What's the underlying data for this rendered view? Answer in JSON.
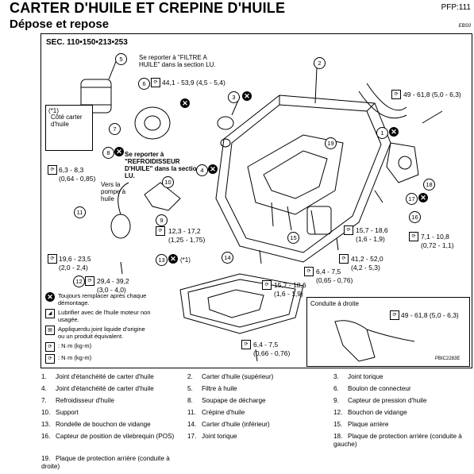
{
  "header": {
    "title": "CARTER D'HUILE ET CREPINE D'HUILE",
    "subtitle": "Dépose et repose",
    "page_ref": "PFP:111",
    "code": "EBS0"
  },
  "diagram": {
    "section": "SEC. 110•150•213•253",
    "notes": {
      "filtre": "Se reporter à \"FILTRE A HUILE\" dans la section LU.",
      "refroid": "Se reporter à \"REFROIDISSEUR D'HUILE\" dans la section LU.",
      "vers_pompe": "Vers la pompe à huile",
      "cote_carter": "Côté carter d'huile",
      "star1": "(*1)",
      "conduite": "Conduite à droite",
      "pbc": "PBIC2283E"
    },
    "torques": {
      "t1": "44,1 - 53,9 (4,5 - 5,4)",
      "t2": "49 - 61,8 (5,0 - 6,3)",
      "t3a": "6,3 - 8,3",
      "t3b": "(0,64 - 0,85)",
      "t4a": "12,3 - 17,2",
      "t4b": "(1,25 - 1,75)",
      "t5a": "15,7 - 18,6",
      "t5b": "(1,6 - 1,9)",
      "t6a": "7,1 - 10,8",
      "t6b": "(0,72 - 1,1)",
      "t7a": "19,6 - 23,5",
      "t7b": "(2,0 - 2,4)",
      "t8a": "29,4 - 39,2",
      "t8b": "(3,0 - 4,0)",
      "t9a": "6,4 - 7,5",
      "t9b": "(0,65 - 0,76)",
      "t10a": "41,2 - 52,0",
      "t10b": "(4,2 - 5,3)",
      "t11a": "15,7 - 18,6",
      "t11b": "(1,6 - 1,9)",
      "t12a": "6,4 - 7,5",
      "t12b": "(0,66 - 0,76)",
      "t13": "49 - 61,8 (5,0 - 6,3)"
    },
    "legend": [
      {
        "sym": "x",
        "text": "Toujours remplacer après chaque démontage."
      },
      {
        "sym": "oil",
        "text": "Lubrifier avec de l'huile moteur non usagée."
      },
      {
        "sym": "liq",
        "text": "Appliquerdu joint liquide d'origine ou un produit équivalent."
      },
      {
        "sym": "Nm",
        "text": ": N·m (kg-m)"
      },
      {
        "sym": "Nm",
        "text": ": N·m (kg-m)"
      }
    ],
    "callouts": [
      "1",
      "2",
      "3",
      "4",
      "5",
      "6",
      "7",
      "8",
      "9",
      "10",
      "11",
      "12",
      "13",
      "14",
      "15",
      "16",
      "17",
      "18",
      "19"
    ]
  },
  "parts": [
    {
      "n": "1.",
      "t": "Joint d'étanchéité de carter d'huile"
    },
    {
      "n": "2.",
      "t": "Carter d'huile (supérieur)"
    },
    {
      "n": "3.",
      "t": "Joint torique"
    },
    {
      "n": "4.",
      "t": "Joint d'étanchéité de carter d'huile"
    },
    {
      "n": "5.",
      "t": "Filtre à huile"
    },
    {
      "n": "6.",
      "t": "Boulon de connecteur"
    },
    {
      "n": "7.",
      "t": "Refroidisseur d'huile"
    },
    {
      "n": "8.",
      "t": "Soupape de décharge"
    },
    {
      "n": "9.",
      "t": "Capteur de pression d'huile"
    },
    {
      "n": "10.",
      "t": "Support"
    },
    {
      "n": "11.",
      "t": "Crépine d'huile"
    },
    {
      "n": "12.",
      "t": "Bouchon de vidange"
    },
    {
      "n": "13.",
      "t": "Rondelle de bouchon de vidange"
    },
    {
      "n": "14.",
      "t": "Carter d'huile (inférieur)"
    },
    {
      "n": "15.",
      "t": "Plaque arrière"
    },
    {
      "n": "16.",
      "t": "Capteur de position de vilebrequin (POS)"
    },
    {
      "n": "17.",
      "t": "Joint torique"
    },
    {
      "n": "18.",
      "t": "Plaque de protection arrière (conduite à gauche)"
    },
    {
      "n": "19.",
      "t": "Plaque de protection arrière (conduite à droite)"
    }
  ]
}
